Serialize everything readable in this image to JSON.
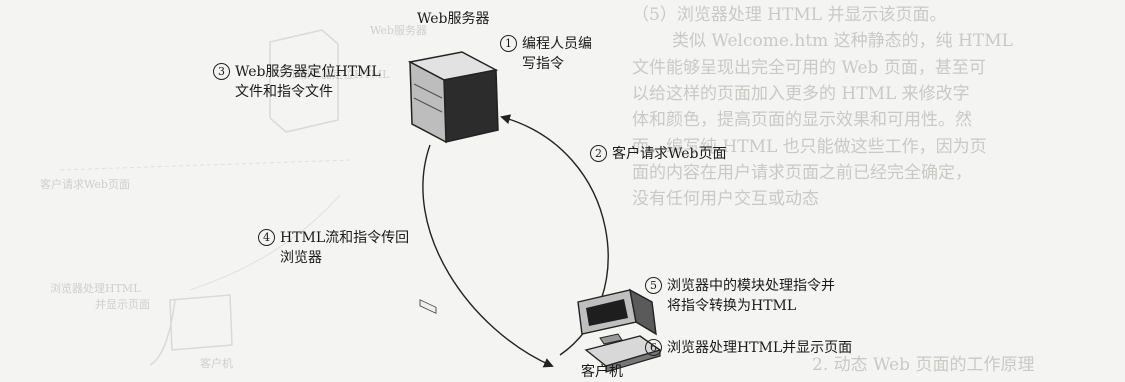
{
  "diagram": {
    "server_label": "Web服务器",
    "client_label": "客户机",
    "steps": [
      {
        "num": "1",
        "line1": "编程人员编",
        "line2": "写指令"
      },
      {
        "num": "2",
        "line1": "客户请求Web页面"
      },
      {
        "num": "3",
        "line1": "Web服务器定位HTML",
        "line2": "文件和指令文件"
      },
      {
        "num": "4",
        "line1": "HTML流和指令传回",
        "line2": "浏览器"
      },
      {
        "num": "5",
        "line1": "浏览器中的模块处理指令并",
        "line2": "将指令转换为HTML"
      },
      {
        "num": "6",
        "line1": "浏览器处理HTML并显示页面"
      }
    ]
  },
  "bleed_text": {
    "lines": [
      "（5）浏览器处理 HTML 并显示该页面。",
      "类似 Welcome.htm 这种静态的，纯 HTML",
      "文件能够呈现出完全可用的 Web 页面，甚至可",
      "以给这样的页面加入更多的 HTML 来修改字",
      "体和颜色，提高页面的显示效果和可用性。然",
      "而，编写纯 HTML 也只能做这些工作，因为页",
      "面的内容在用户请求页面之前已经完全确定，",
      "没有任何用户交互或动态"
    ],
    "footer": "2. 动态 Web 页面的工作原理",
    "ghost_labels": [
      "Web服务器",
      "Web服务器定位HTML",
      "客户请求Web页面",
      "浏览器处理HTML",
      "并显示页面",
      "客户机"
    ]
  }
}
